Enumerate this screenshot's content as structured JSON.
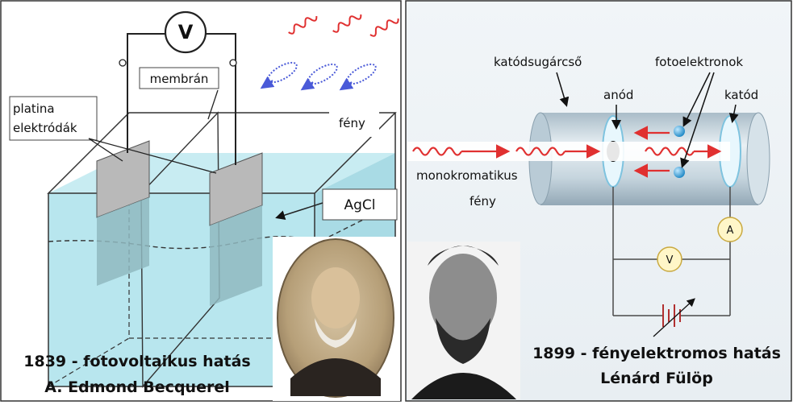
{
  "left_panel": {
    "voltmeter_symbol": "V",
    "membrane_label": "membrán",
    "electrodes_label_line1": "platina",
    "electrodes_label_line2": "elektródák",
    "light_label": "fény",
    "agcl_label": "AgCl",
    "caption_line1": "1839 - fotovoltaikus hatás",
    "caption_line2": "A. Edmond Becquerel"
  },
  "right_panel": {
    "tube_label": "katódsugárcső",
    "anode_label": "anód",
    "photoelectrons_label": "fotoelektronok",
    "cathode_label": "katód",
    "mono_light_line1": "monokromatikus",
    "mono_light_line2": "fény",
    "ammeter_symbol": "A",
    "voltmeter_symbol": "V",
    "caption_line1": "1899 - fényelektromos hatás",
    "caption_line2": "Lénárd Fülöp"
  },
  "colors": {
    "water": "#b8e6ee",
    "electrode": "#b9b9b9",
    "light_red": "#e03030",
    "light_blue": "#4a5ad8",
    "tube_bg": "#eef3f7",
    "tube_body": "#c9d8e0"
  }
}
